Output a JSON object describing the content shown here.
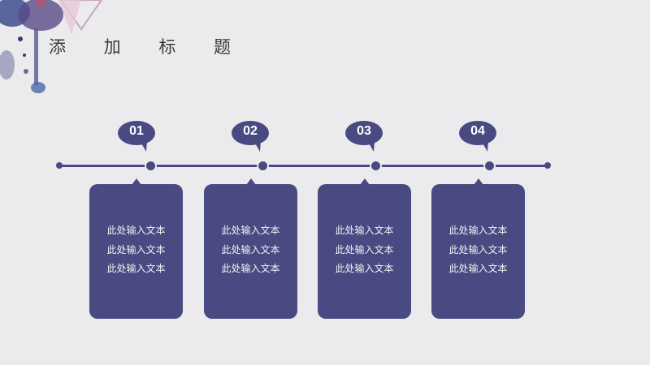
{
  "slide": {
    "title": "添 加 标 题",
    "accent_color": "#4a4a82",
    "steps": [
      {
        "number": "01",
        "lines": [
          "此处输入文本",
          "此处输入文本",
          "此处输入文本"
        ]
      },
      {
        "number": "02",
        "lines": [
          "此处输入文本",
          "此处输入文本",
          "此处输入文本"
        ]
      },
      {
        "number": "03",
        "lines": [
          "此处输入文本",
          "此处输入文本",
          "此处输入文本"
        ]
      },
      {
        "number": "04",
        "lines": [
          "此处输入文本",
          "此处输入文本",
          "此处输入文本"
        ]
      }
    ]
  }
}
